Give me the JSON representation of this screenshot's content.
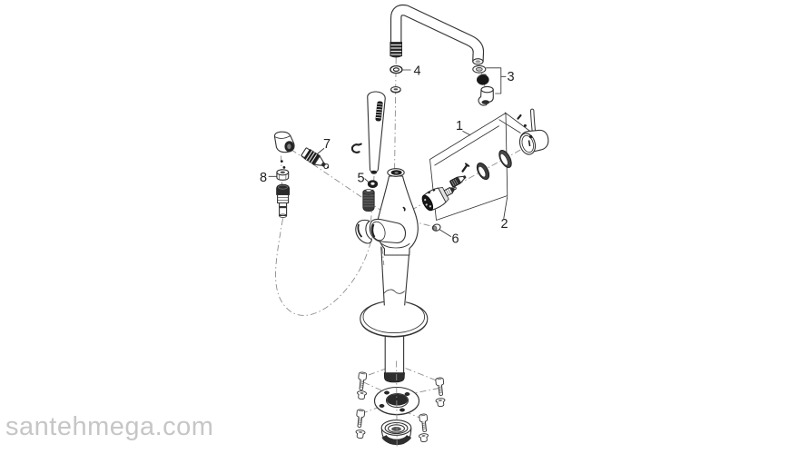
{
  "watermark": {
    "text": "santehmega.com"
  },
  "diagram": {
    "callouts": [
      "1",
      "2",
      "3",
      "4",
      "5",
      "6",
      "7",
      "8"
    ],
    "colors": {
      "line": "#333333",
      "dark": "#1f1f1f",
      "centerline": "#8c8c8c",
      "watermark": "#c6c6c6",
      "background": "#ffffff",
      "callout_text": "#222222"
    }
  }
}
